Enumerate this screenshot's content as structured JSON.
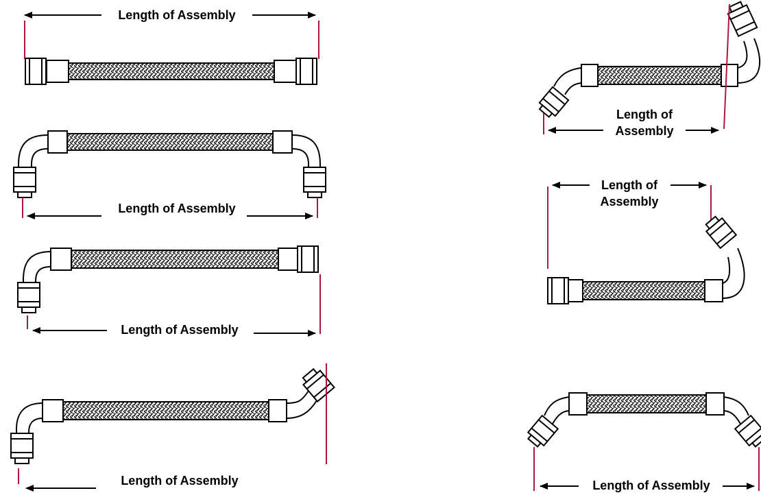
{
  "colors": {
    "reference_line": "#b0163a",
    "outline": "#000000",
    "braid_fill": "#ffffff"
  },
  "icons": {
    "arrowhead": "solid-arrowhead",
    "braid": "braided-hose-pattern"
  },
  "labels": {
    "a1": "Length of Assembly",
    "a2": "Length of Assembly",
    "a3": "Length of Assembly",
    "a4": "Length of Assembly",
    "b1_line1": "Length of",
    "b1_line2": "Assembly",
    "b2_line1": "Length of",
    "b2_line2": "Assembly",
    "b3": "Length of Assembly"
  }
}
